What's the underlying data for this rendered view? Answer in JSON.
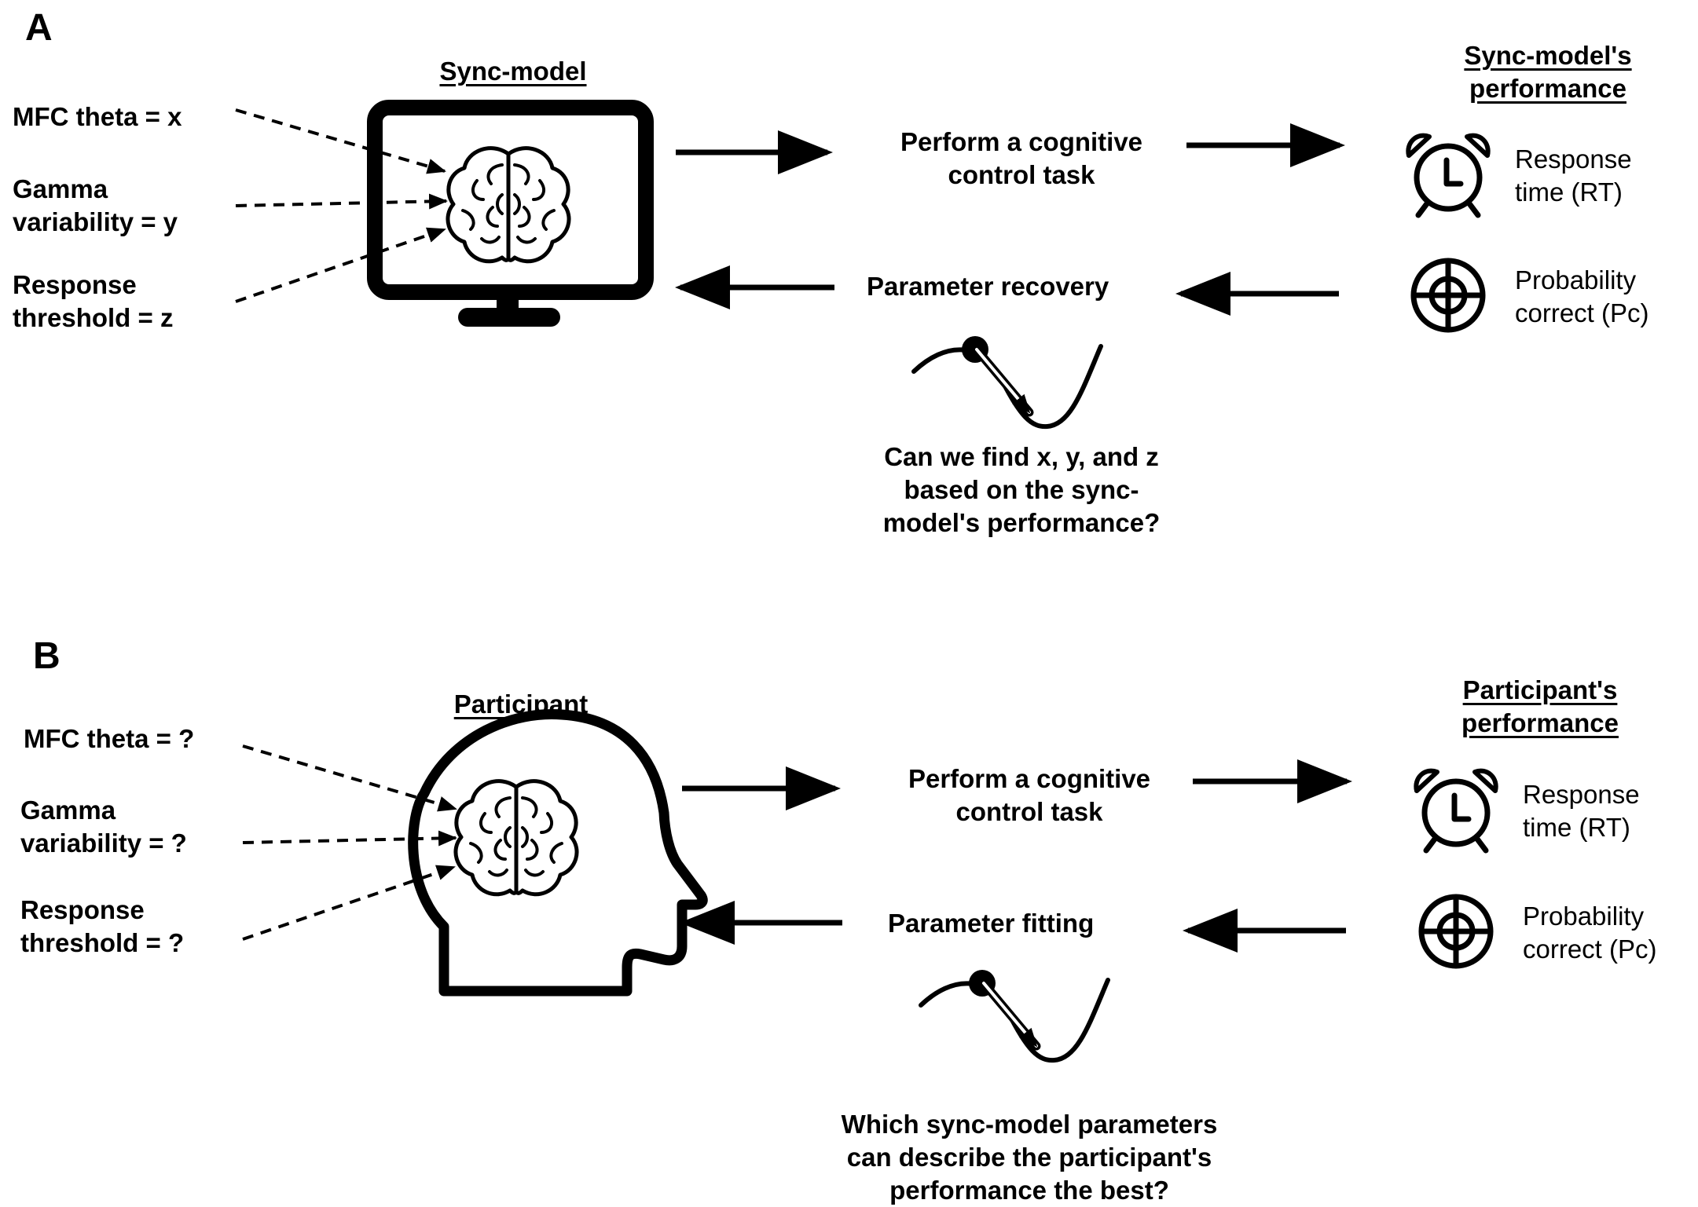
{
  "panel_a": {
    "letter": "A",
    "model_title": "Sync-model",
    "params": {
      "theta": "MFC theta = x",
      "gamma": [
        "Gamma",
        "variability = y"
      ],
      "threshold": [
        "Response",
        "threshold = z"
      ]
    },
    "task": [
      "Perform a cognitive",
      "control task"
    ],
    "recovery": "Parameter recovery",
    "question": [
      "Can we find x, y, and z",
      "based on the sync-",
      "model's performance?"
    ],
    "performance_title": [
      "Sync-model's",
      "performance"
    ],
    "rt": [
      "Response",
      "time (RT)"
    ],
    "pc": [
      "Probability",
      "correct (Pc)"
    ]
  },
  "panel_b": {
    "letter": "B",
    "model_title": "Participant",
    "params": {
      "theta": "MFC theta = ?",
      "gamma": [
        "Gamma",
        "variability = ?"
      ],
      "threshold": [
        "Response",
        "threshold = ?"
      ]
    },
    "task": [
      "Perform a cognitive",
      "control task"
    ],
    "fitting": "Parameter fitting",
    "question": [
      "Which sync-model parameters",
      "can describe the participant's",
      "performance the best?"
    ],
    "performance_title": [
      "Participant's",
      "performance"
    ],
    "rt": [
      "Response",
      "time (RT)"
    ],
    "pc": [
      "Probability",
      "correct (Pc)"
    ]
  },
  "icons": [
    "monitor-icon",
    "brain-icon",
    "head-icon",
    "alarm-clock-icon",
    "target-icon",
    "optimization-curve-icon"
  ]
}
